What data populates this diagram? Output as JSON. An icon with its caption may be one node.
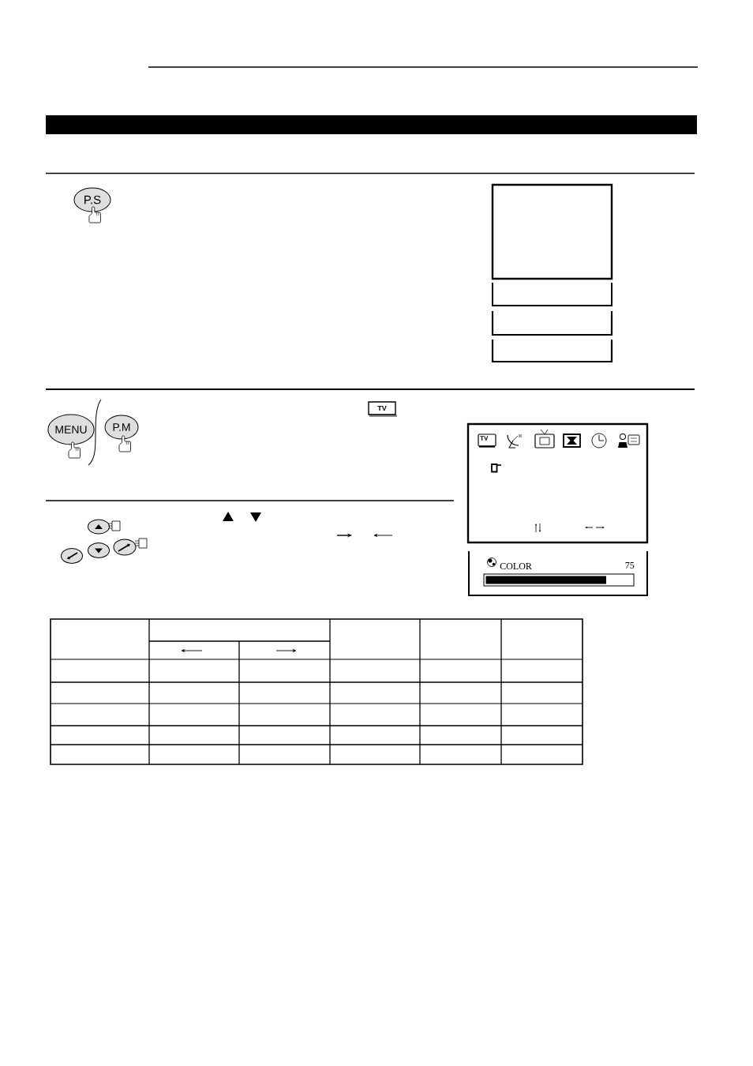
{
  "diagram": {
    "nodes": [
      {
        "text": [],
        "shape": "bar"
      },
      {
        "text": [
          "P.S"
        ]
      },
      {
        "text": [],
        "shape": "box"
      },
      {
        "text": [],
        "shape": "box"
      },
      {
        "text": [],
        "shape": "box"
      },
      {
        "text": [],
        "shape": "box"
      },
      {
        "text": [
          "MENU"
        ]
      },
      {
        "text": [
          "P.M"
        ]
      },
      {
        "text": [],
        "shape": "ellipse"
      },
      {
        "text": [],
        "shape": "ellipse"
      },
      {
        "text": [],
        "shape": "ellipse"
      },
      {
        "text": [],
        "shape": "ellipse"
      },
      {
        "text": [],
        "shape": "box"
      },
      {
        "text": [
          "COLOR",
          "75"
        ]
      }
    ],
    "labels": [
      "TV",
      "TV"
    ]
  }
}
